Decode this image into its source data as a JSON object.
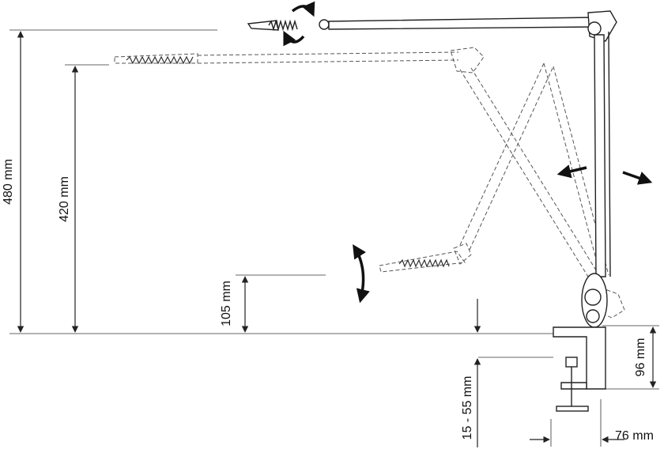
{
  "dimensions": {
    "max_height": "480 mm",
    "mid_height": "420 mm",
    "low_height": "105 mm",
    "clamp_height": "96 mm",
    "clamp_range": "15 - 55 mm",
    "clamp_depth": "76 mm"
  },
  "colors": {
    "line": "#222222",
    "dim_line": "#333333",
    "dashed": "#555555"
  }
}
